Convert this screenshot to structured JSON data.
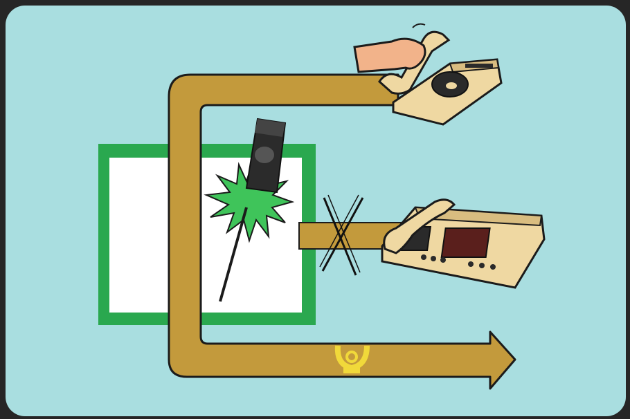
{
  "card": {
    "background_color": "#a9dee0",
    "border_color": "#1a1a1a"
  },
  "pipe": {
    "fill_color": "#c39a3c",
    "outline_color": "#1b1b1b"
  },
  "window": {
    "frame_color": "#2aa84f",
    "pane_color": "#ffffff"
  },
  "splash": {
    "color": "#3fc45a"
  },
  "emblem": {
    "name": "posthorn-icon",
    "color": "#f1d93a"
  },
  "phones": [
    {
      "name": "answered-phone",
      "state": "handset-lifted"
    },
    {
      "name": "disconnected-phone",
      "state": "crossed-out"
    }
  ]
}
